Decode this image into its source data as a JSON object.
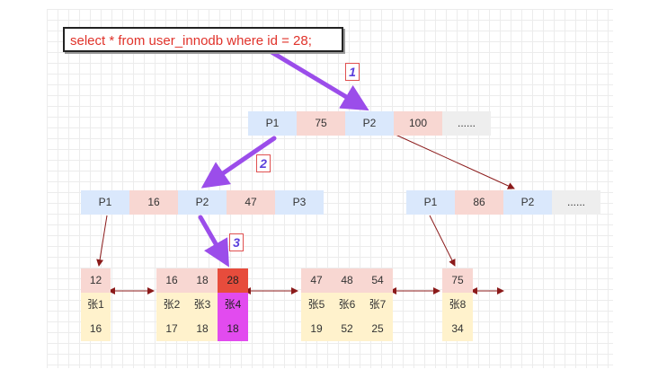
{
  "query": "select * from user_innodb where id = 28;",
  "steps": [
    "1",
    "2",
    "3"
  ],
  "root": [
    "P1",
    "75",
    "P2",
    "100",
    "......"
  ],
  "left_node": [
    "P1",
    "16",
    "P2",
    "47",
    "P3"
  ],
  "right_node": [
    "P1",
    "86",
    "P2",
    "......"
  ],
  "leaf1": {
    "ids": [
      "12"
    ],
    "names": [
      "张1"
    ],
    "ages": [
      "16"
    ]
  },
  "leaf2": {
    "ids": [
      "16",
      "18",
      "28"
    ],
    "names": [
      "张2",
      "张3",
      "张4"
    ],
    "ages": [
      "17",
      "18",
      "18"
    ]
  },
  "leaf3": {
    "ids": [
      "47",
      "48",
      "54"
    ],
    "names": [
      "张5",
      "张6",
      "张7"
    ],
    "ages": [
      "19",
      "52",
      "25"
    ]
  },
  "leaf4": {
    "ids": [
      "75"
    ],
    "names": [
      "张8"
    ],
    "ages": [
      "34"
    ]
  },
  "colors": {
    "pointer_cell": "#dae8fc",
    "key_cell": "#f8d7d2",
    "highlight_key": "#e74c3c",
    "highlight_row": "#e24bef",
    "row_cell": "#fff2cc",
    "path_arrow": "#9b4dea",
    "tree_arrow": "#8b1a1a"
  }
}
